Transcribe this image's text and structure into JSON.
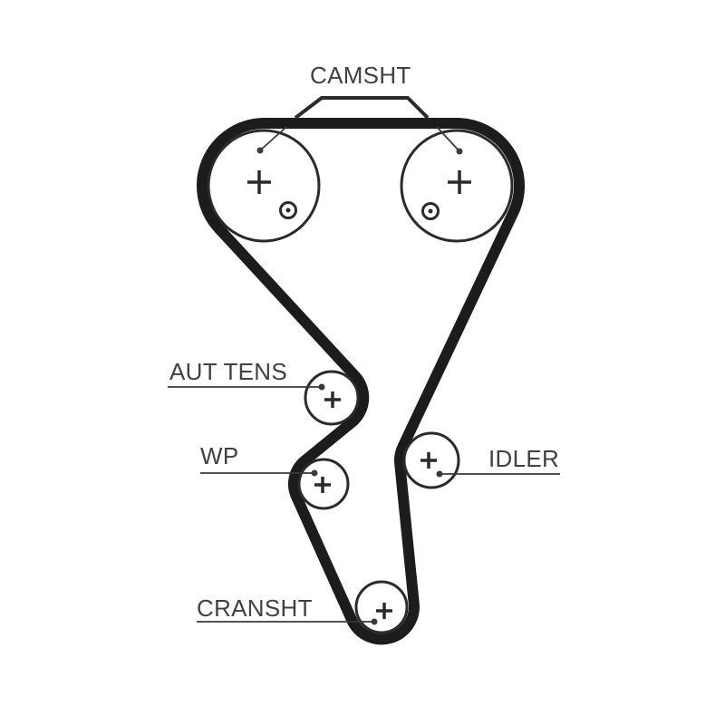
{
  "diagram": {
    "type": "timing-belt-routing-diagram",
    "labels": {
      "camshaft": "CAMSHT",
      "aut_tens": "AUT TENS",
      "water_pump": "WP",
      "idler": "IDLER",
      "crankshaft": "CRANSHT"
    },
    "components": [
      {
        "name": "camshaft-sprocket-left",
        "label": "CAMSHT",
        "marks": [
          "center-cross",
          "timing-mark-dot"
        ]
      },
      {
        "name": "camshaft-sprocket-right",
        "label": "CAMSHT",
        "marks": [
          "center-cross",
          "timing-mark-dot"
        ]
      },
      {
        "name": "automatic-tensioner",
        "label": "AUT TENS",
        "marks": [
          "center-cross"
        ]
      },
      {
        "name": "water-pump",
        "label": "WP",
        "marks": [
          "center-cross"
        ]
      },
      {
        "name": "idler-pulley",
        "label": "IDLER",
        "marks": [
          "center-cross"
        ]
      },
      {
        "name": "crankshaft-sprocket",
        "label": "CRANSHT",
        "marks": [
          "center-cross"
        ]
      }
    ],
    "colors": {
      "background": "#ffffff",
      "belt": "#1c1c1c",
      "pulley_outline": "#2b2b2b",
      "leader_line": "#3a3a3a",
      "text": "#414141"
    }
  }
}
